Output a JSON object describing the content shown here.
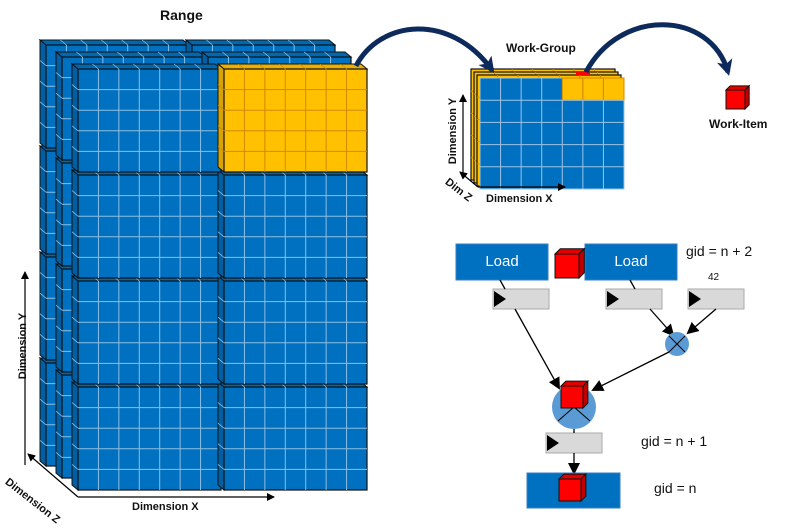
{
  "range": {
    "title": "Range",
    "axis_x": "Dimension X",
    "axis_y": "Dimension Y",
    "axis_z": "Dimension Z",
    "grid_columns": 2,
    "grid_rows": 4,
    "grid_depth": 3,
    "highlighted_block": "top-right"
  },
  "work_group": {
    "title": "Work-Group",
    "axis_x": "Dimension X",
    "axis_y": "Dimension Y",
    "axis_z": "Dim Z"
  },
  "work_item": {
    "title": "Work-Item"
  },
  "pipeline": {
    "load_left": "Load",
    "load_right": "Load",
    "constant": "42",
    "gid_n_plus_2": "gid = n + 2",
    "gid_n_plus_1": "gid = n + 1",
    "gid_n": "gid = n"
  },
  "colors": {
    "blue": "#0070c0",
    "orange": "#ffc000",
    "red": "#ff0000",
    "arrow_navy": "#0d2a5c",
    "op_circle": "#5b9bd5",
    "register_gray": "#d9d9d9"
  }
}
